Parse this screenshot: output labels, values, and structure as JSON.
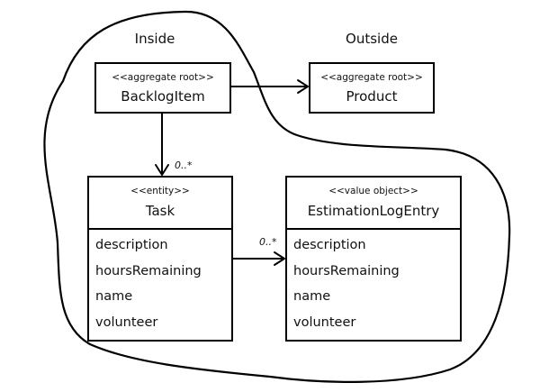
{
  "regions": {
    "inside": "Inside",
    "outside": "Outside"
  },
  "classes": {
    "backlog_item": {
      "stereotype": "<<aggregate root>>",
      "name": "BacklogItem"
    },
    "product": {
      "stereotype": "<<aggregate root>>",
      "name": "Product"
    },
    "task": {
      "stereotype": "<<entity>>",
      "name": "Task",
      "attributes": [
        "description",
        "hoursRemaining",
        "name",
        "volunteer"
      ]
    },
    "estimation_log_entry": {
      "stereotype": "<<value object>>",
      "name": "EstimationLogEntry",
      "attributes": [
        "description",
        "hoursRemaining",
        "name",
        "volunteer"
      ]
    }
  },
  "associations": {
    "backlog_to_task": {
      "multiplicity": "0..*"
    },
    "task_to_estimation": {
      "multiplicity": "0..*"
    }
  }
}
